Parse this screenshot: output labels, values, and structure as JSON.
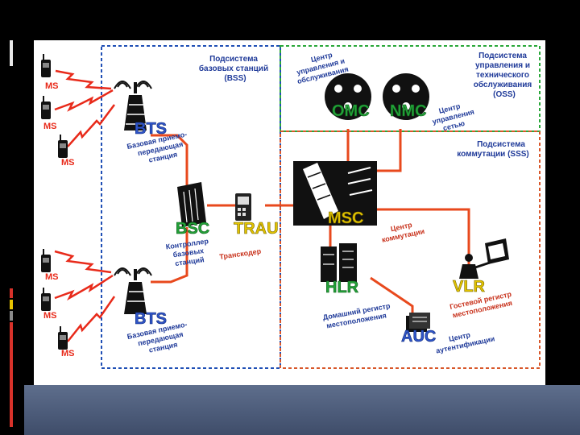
{
  "colors": {
    "background": "#000000",
    "band": "#4f5e7c",
    "link": "#e8491d",
    "bss_border": "#1f4fb5",
    "oss_border": "#2aa73a",
    "sss_border": "#d8572a",
    "accent_yellow": "#e8c300",
    "accent_red": "#d82b1a"
  },
  "bss": {
    "title_line1": "Подсистема",
    "title_line2": "базовых станций",
    "title_line3": "(BSS)"
  },
  "oss": {
    "title_line1": "Подсистема",
    "title_line2": "управления и",
    "title_line3": "технического",
    "title_line4": "обслуживания",
    "title_line5": "(OSS)"
  },
  "sss": {
    "title_line1": "Подсистема",
    "title_line2": "коммутации (SSS)"
  },
  "omc": {
    "caption_line1": "Центр",
    "caption_line2": "управления и",
    "caption_line3": "обслуживания",
    "acronym": "OMC",
    "icon": "omc-reel-icon"
  },
  "nmc": {
    "caption_line1": "Центр",
    "caption_line2": "управления",
    "caption_line3": "сетью",
    "acronym": "NMC",
    "icon": "nmc-reel-icon"
  },
  "ms": {
    "label": "MS",
    "icon": "mobile-phone-icon"
  },
  "bts_top": {
    "acronym": "BTS",
    "caption_line1": "Базовая приемо-",
    "caption_line2": "передающая",
    "caption_line3": "станция",
    "icon": "antenna-tower-icon"
  },
  "bts_bottom": {
    "acronym": "BTS",
    "caption_line1": "Базовая приемо-",
    "caption_line2": "передающая",
    "caption_line3": "станция",
    "icon": "antenna-tower-icon"
  },
  "bsc": {
    "acronym": "BSC",
    "caption_line1": "Контроллер",
    "caption_line2": "базовых",
    "caption_line3": "станций",
    "icon": "server-rack-icon"
  },
  "trau": {
    "acronym": "TRAU",
    "caption": "Транскодер",
    "icon": "transcoder-icon"
  },
  "msc": {
    "acronym": "MSC",
    "caption_line1": "Центр",
    "caption_line2": "коммутации",
    "icon": "switching-center-icon"
  },
  "hlr": {
    "acronym": "HLR",
    "caption_line1": "Домашний регистр",
    "caption_line2": "местоположения",
    "icon": "server-rack-icon"
  },
  "vlr": {
    "acronym": "VLR",
    "caption_line1": "Гостевой регистр",
    "caption_line2": "местоположения",
    "icon": "person-monitor-icon"
  },
  "auc": {
    "acronym": "AUC",
    "caption_line1": "Центр",
    "caption_line2": "аутентификации",
    "icon": "document-stack-icon"
  }
}
